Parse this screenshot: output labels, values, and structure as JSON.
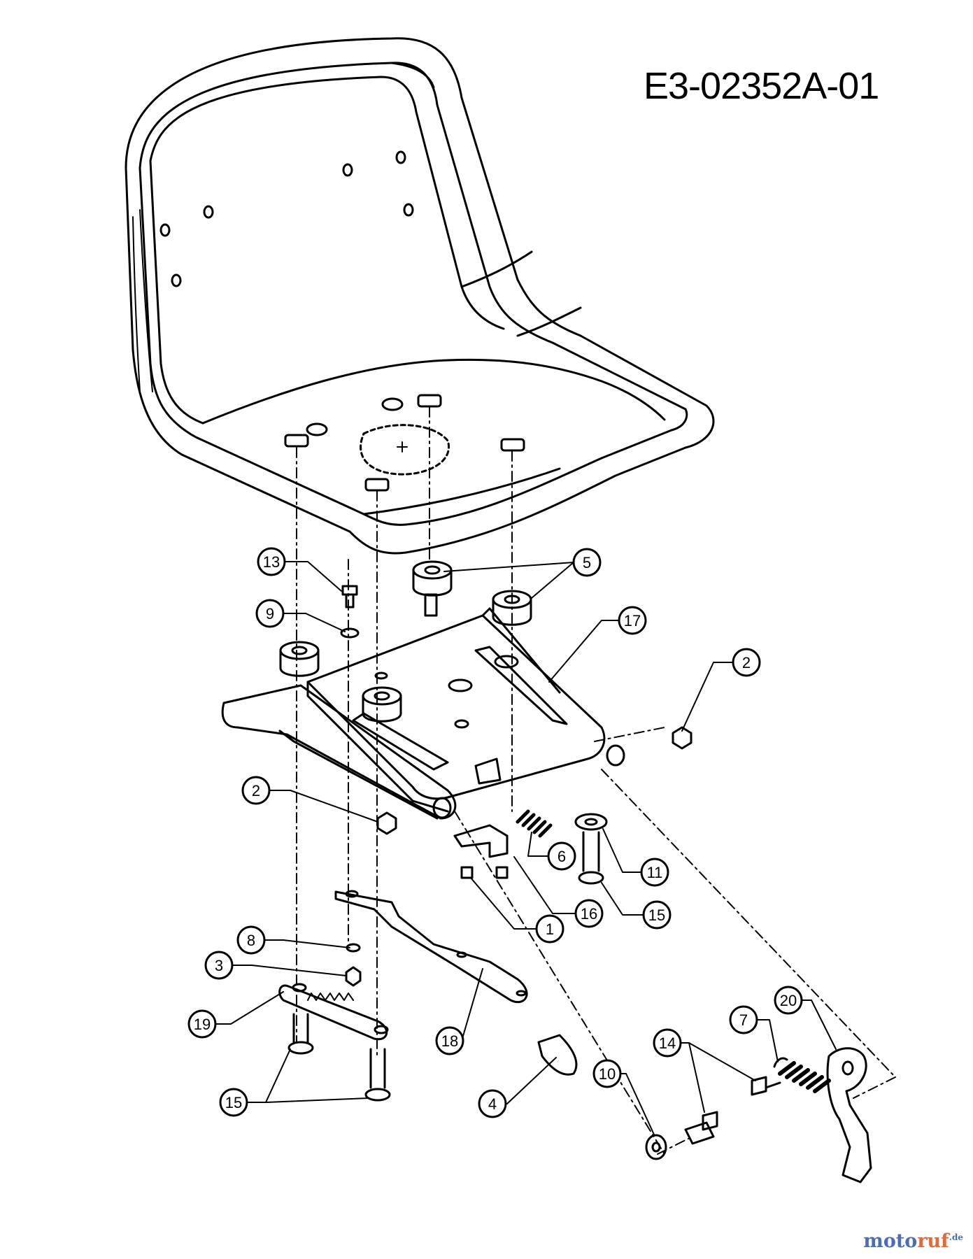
{
  "diagram": {
    "drawing_number": "E3-02352A-01",
    "watermark": {
      "part1": "moto",
      "part2": "ruf",
      "suffix": ".de"
    }
  },
  "callouts": [
    {
      "id": "c13",
      "label": "13"
    },
    {
      "id": "c9",
      "label": "9"
    },
    {
      "id": "c5",
      "label": "5"
    },
    {
      "id": "c17",
      "label": "17"
    },
    {
      "id": "c2a",
      "label": "2"
    },
    {
      "id": "c2b",
      "label": "2"
    },
    {
      "id": "c6",
      "label": "6"
    },
    {
      "id": "c11",
      "label": "11"
    },
    {
      "id": "c16",
      "label": "16"
    },
    {
      "id": "c15a",
      "label": "15"
    },
    {
      "id": "c1",
      "label": "1"
    },
    {
      "id": "c8",
      "label": "8"
    },
    {
      "id": "c3",
      "label": "3"
    },
    {
      "id": "c19",
      "label": "19"
    },
    {
      "id": "c18",
      "label": "18"
    },
    {
      "id": "c15b",
      "label": "15"
    },
    {
      "id": "c4",
      "label": "4"
    },
    {
      "id": "c10",
      "label": "10"
    },
    {
      "id": "c14",
      "label": "14"
    },
    {
      "id": "c7",
      "label": "7"
    },
    {
      "id": "c20",
      "label": "20"
    }
  ]
}
